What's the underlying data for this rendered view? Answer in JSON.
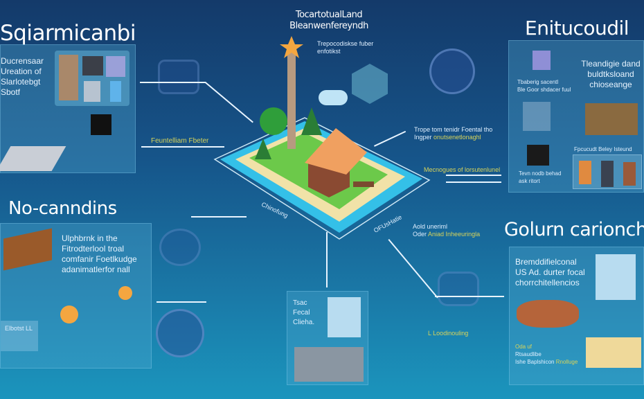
{
  "sections": {
    "top_left": {
      "title": "Sqiarmicanbi",
      "body": [
        "Ducrensaar",
        "Ureation of",
        "Slarlotebgt",
        "Sbotf"
      ],
      "caption": "Feuntelliam Fbeter"
    },
    "top_center": {
      "title_line1": "TocartotualLand",
      "title_line2": "Bleanwenfereyndh",
      "body": [
        "Trepocodiskse fuber",
        "enfotikst"
      ]
    },
    "top_right": {
      "title": "Enitucoudil",
      "body": [
        "Tleandigie dand",
        "buldtksloand",
        "chioseange"
      ],
      "captions": [
        "Tbaberig sacentl",
        "Ble Goor shdacer fuul",
        "Fpcucudt Beley Isteund",
        "Tevn nodb behad",
        "ask ritort"
      ]
    },
    "mid_left": {
      "title": "No-canndins",
      "body": [
        "Ulphbrnk in the",
        "Fitrodterlool troal",
        "comfanir Foetlkudge",
        "adanimatlerfor nall"
      ],
      "chip_label": "Elbotst LL"
    },
    "mid_right_annotations": {
      "a_line1": "Trope tom tenidr Foental tho",
      "a_line2": "Ingper",
      "a_line2_highlight": "onutsenetlonaghl",
      "b_line": "Mecnogues of lorsutenlunel"
    },
    "island": {
      "left_label": "Chinofung",
      "right_label": "OFUsHatie",
      "right_note_line1": "Aold uneriml",
      "right_note_line2": "Oder",
      "right_note_highlight": "Aniad Inheeuringla"
    },
    "bottom_center": {
      "body": [
        "Tsac",
        "Fecal",
        "Clieha."
      ]
    },
    "bottom_right": {
      "title": "Golurn carionch",
      "body": [
        "Bremddifielconal",
        "US Ad. durter focal",
        "chorrchitellencios"
      ],
      "note": "L Loodinouling",
      "captions": [
        "Oda uf",
        "Rtsaudlibe",
        "Ishe Baplshicon",
        "Rnolluge"
      ]
    }
  },
  "colors": {
    "bg_top": "#143a6a",
    "bg_bottom": "#1b95bd",
    "highlight": "#d8d45a"
  }
}
